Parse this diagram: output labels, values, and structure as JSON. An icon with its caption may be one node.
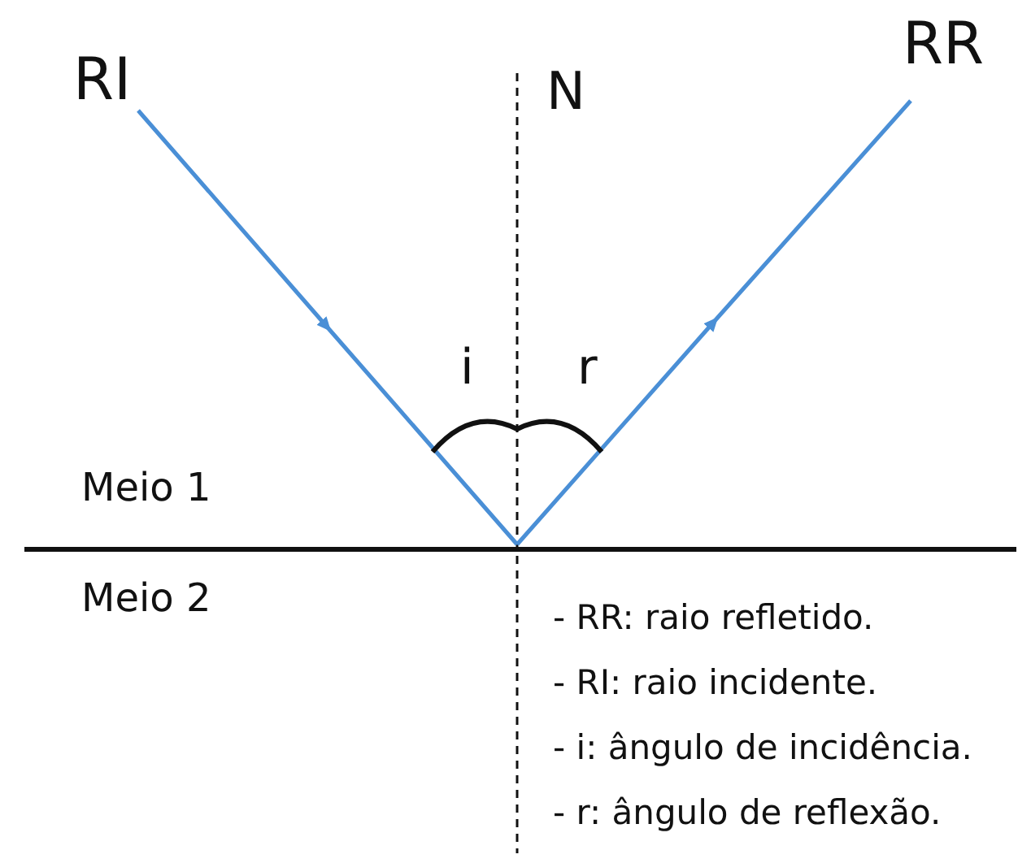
{
  "diagram": {
    "labels": [
      "RI",
      "RR",
      "N",
      "i",
      "r",
      "Meio 1",
      "Meio 2",
      "- RR: raio refletido.",
      "- RI: raio incidente.",
      "- i: ângulo de incidência.",
      "- r: ângulo de reflexão."
    ]
  }
}
